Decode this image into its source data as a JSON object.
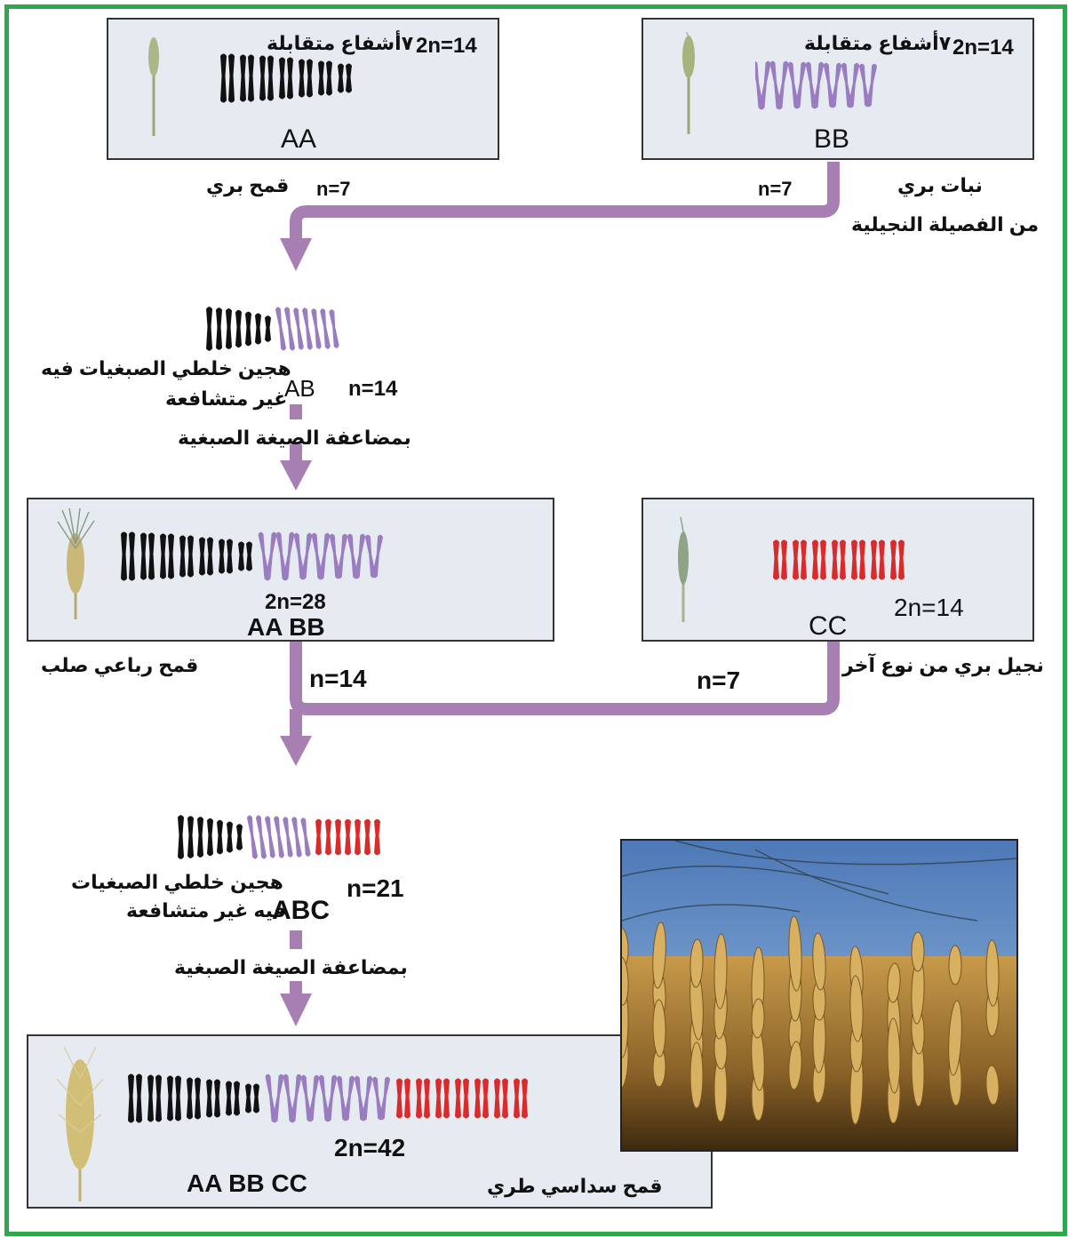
{
  "colors": {
    "border": "#2fa84a",
    "arrow": "#a87fb3",
    "genome_a": "#111111",
    "genome_b": "#9a7cc0",
    "genome_c": "#d92b2b",
    "box_fill": "#e6ebf2"
  },
  "parent_aa": {
    "ploidy": "2n=14",
    "homologs": "٧أشفاع متقابلة",
    "genome": "AA",
    "label": "قمح بري",
    "gamete": "n=7"
  },
  "parent_bb": {
    "ploidy": "2n=14",
    "homologs": "٧أشفاع متقابلة",
    "genome": "BB",
    "label_line1": "نبات بري",
    "label_line2": "من الفصيلة النجيلية",
    "gamete": "n=7"
  },
  "hybrid_ab": {
    "genome": "AB",
    "ploidy": "n=14",
    "desc_line1": "هجين خلطي الصبغيات فيه",
    "desc_line2": "غير متشافعة",
    "step": "بمضاعفة الصيغة الصبغية"
  },
  "tetraploid": {
    "ploidy": "2n=28",
    "genome": "AA BB",
    "label": "قمح رباعي صلب",
    "gamete": "n=14"
  },
  "parent_cc": {
    "ploidy": "2n=14",
    "genome": "CC",
    "label": "نجيل بري من نوع آخر",
    "gamete": "n=7"
  },
  "hybrid_abc": {
    "genome": "ABC",
    "ploidy": "n=21",
    "desc_line1": "هجين خلطي الصبغيات",
    "desc_line2": "فيه غير متشافعة",
    "step": "بمضاعفة الصيغة الصبغية"
  },
  "hexaploid": {
    "ploidy": "2n=42",
    "genome": "AA BB CC",
    "label": "قمح سداسي طري"
  }
}
